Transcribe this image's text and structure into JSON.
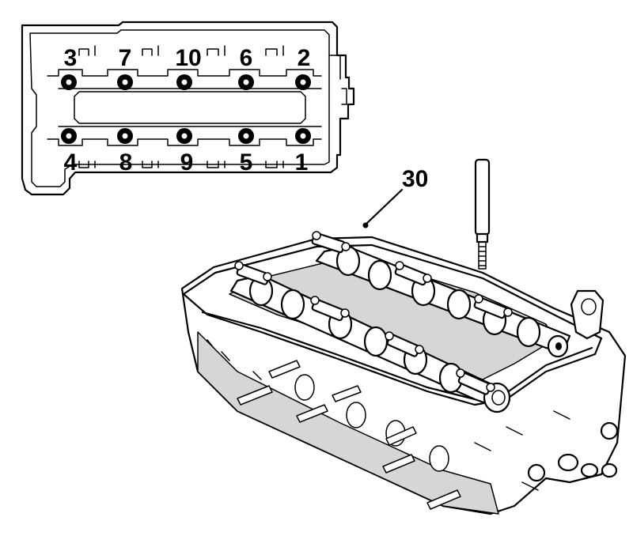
{
  "tightening_sequence": {
    "top_row": [
      "3",
      "7",
      "10",
      "6",
      "2"
    ],
    "bottom_row": [
      "4",
      "8",
      "9",
      "5",
      "1"
    ]
  },
  "callout": {
    "label": "30"
  }
}
